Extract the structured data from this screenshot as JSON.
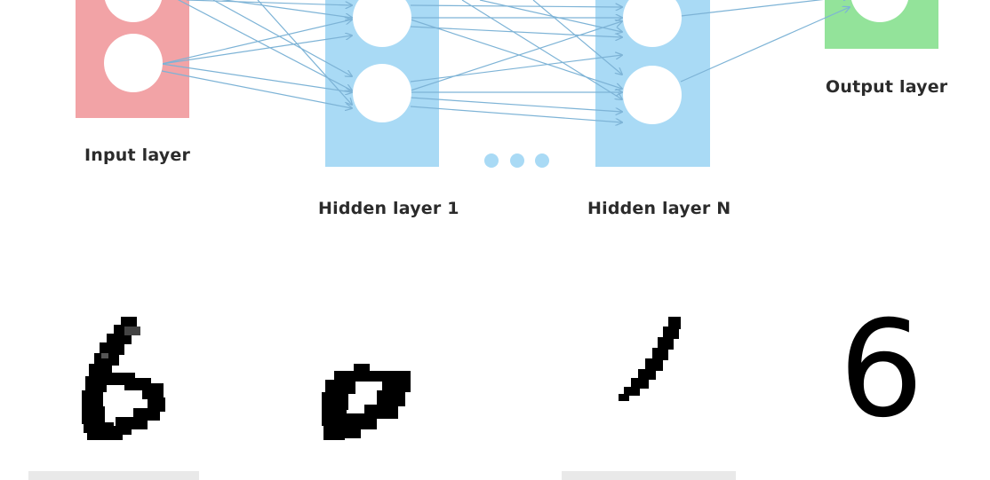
{
  "diagram": {
    "layers": [
      {
        "id": "input",
        "label": "Input layer",
        "color": "#f2a3a6",
        "nodes": 2
      },
      {
        "id": "hidden1",
        "label": "Hidden layer 1",
        "color": "#a9daf5",
        "nodes": 2
      },
      {
        "id": "hiddenN",
        "label": "Hidden layer N",
        "color": "#a9daf5",
        "nodes": 2
      },
      {
        "id": "output",
        "label": "Output layer",
        "color": "#93e39a",
        "nodes": 1
      }
    ],
    "connection_color": "#7db3d6",
    "ellipsis_color": "#a9daf5"
  },
  "digits": {
    "typed_digit": "6",
    "handwritten": [
      {
        "name": "handwritten-six",
        "depicts": "6"
      },
      {
        "name": "handwritten-zero",
        "depicts": "0"
      },
      {
        "name": "handwritten-one",
        "depicts": "1"
      }
    ]
  }
}
